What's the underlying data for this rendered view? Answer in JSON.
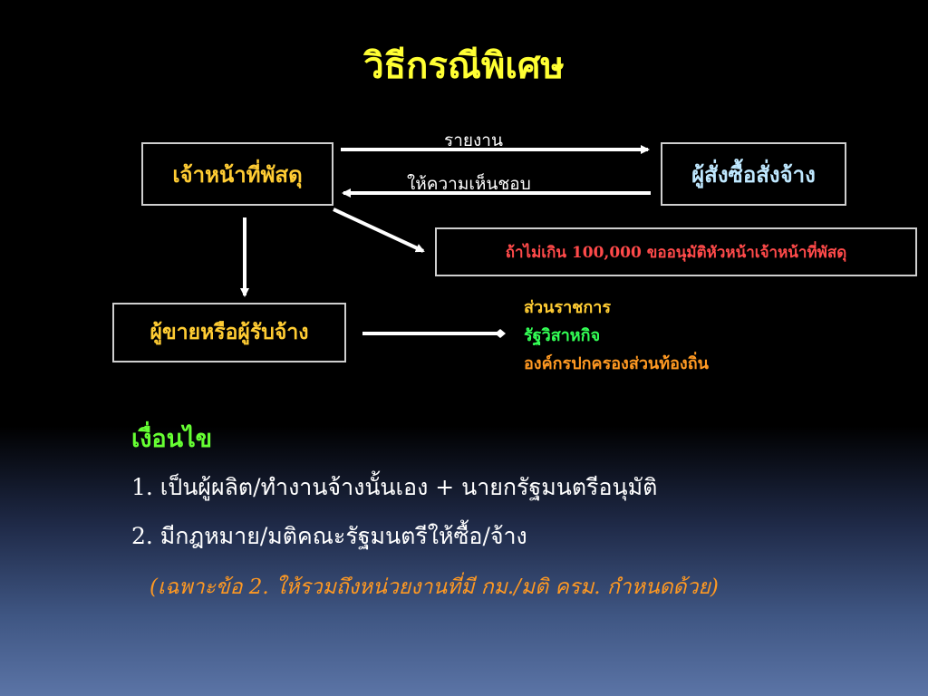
{
  "title": "วิธีกรณีพิเศษ",
  "diagram": {
    "officer": "เจ้าหน้าที่พัสดุ",
    "orderer": "ผู้สั่งซื้อสั่งจ้าง",
    "vendor": "ผู้ขายหรือผู้รับจ้าง",
    "report_label": "รายงาน",
    "approve_label": "ให้ความเห็นชอบ",
    "limit_note": "ถ้าไม่เกิน 100,000 ขออนุมัติหัวหน้าเจ้าหน้าที่พัสดุ",
    "agencies": [
      "ส่วนราชการ",
      "รัฐวิสาหกิจ",
      "องค์กรปกครองส่วนท้องถิ่น"
    ]
  },
  "conditions": {
    "heading": "เงื่อนไข",
    "items": [
      "1. เป็นผู้ผลิต/ทำงานจ้างนั้นเอง + นายกรัฐมนตรีอนุมัติ",
      "2. มีกฎหมาย/มติคณะรัฐมนตรีให้ซื้อ/จ้าง"
    ],
    "remark": "(เฉพาะข้อ 2. ให้รวมถึงหน่วยงานที่มี กม./มติ ครม. กำหนดด้วย)"
  },
  "colors": {
    "title": "#ffff33",
    "box_text": "#ffcc33",
    "orderer_text": "#bfe8ff",
    "note_text": "#ff4a4a",
    "heading_green": "#66ff33",
    "remark_orange": "#ff9922"
  }
}
